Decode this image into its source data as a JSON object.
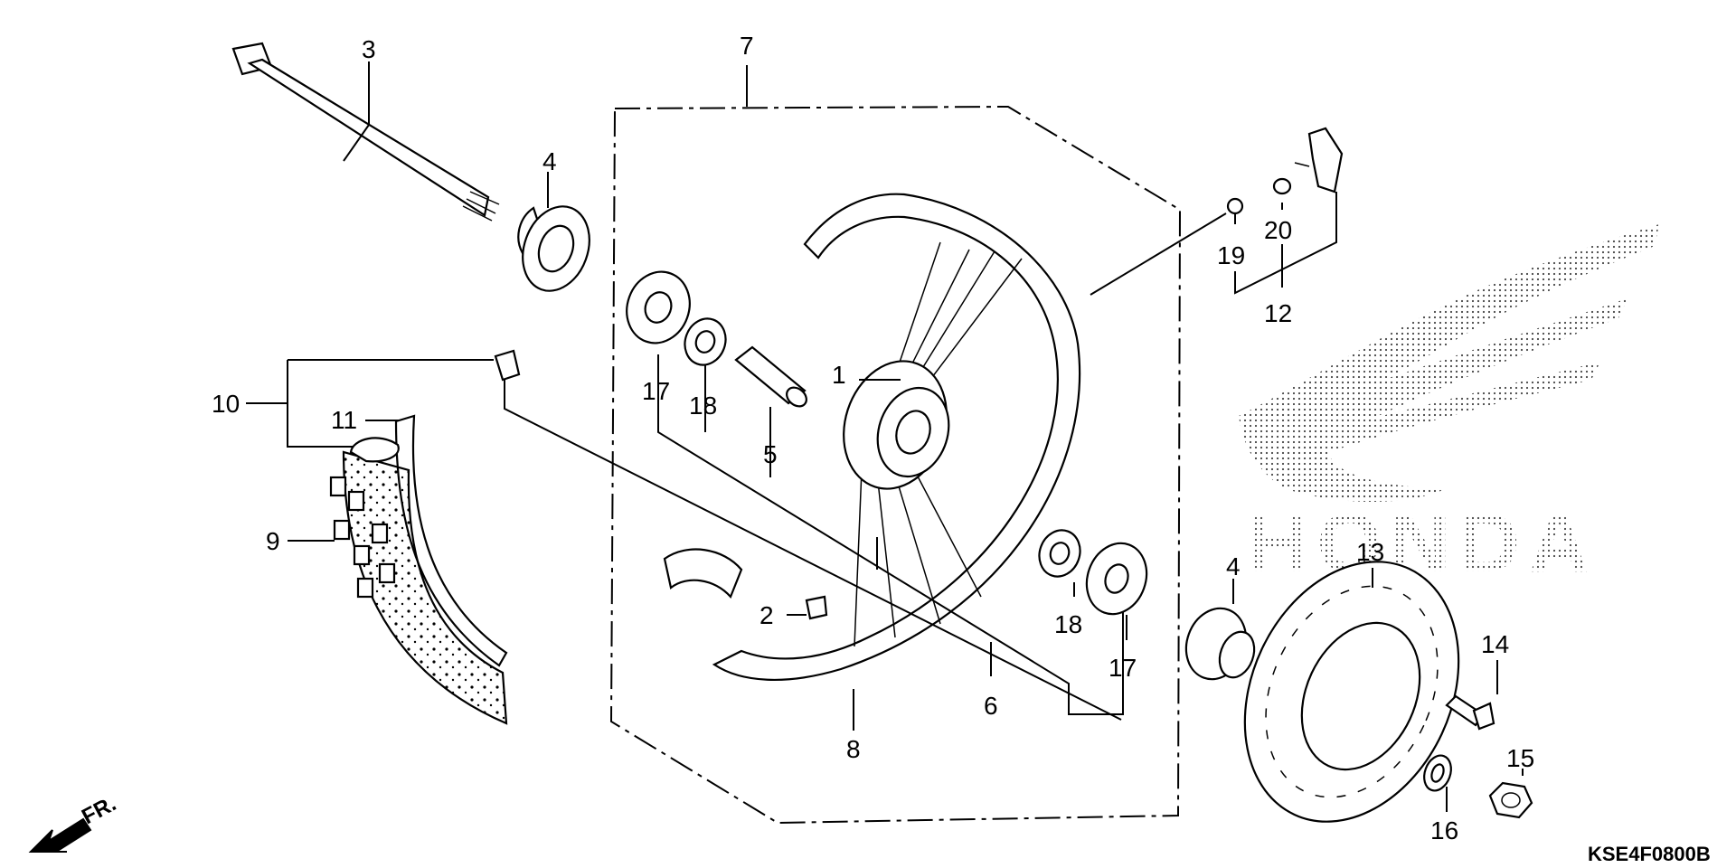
{
  "diagram": {
    "drawing_code": "KSE4F0800B",
    "logo_text": "HONDA",
    "direction_label": "FR.",
    "callouts": [
      "1",
      "2",
      "3",
      "4",
      "4",
      "5",
      "6",
      "7",
      "8",
      "9",
      "10",
      "11",
      "12",
      "13",
      "14",
      "15",
      "16",
      "17",
      "17",
      "18",
      "18",
      "19",
      "20"
    ]
  },
  "colors": {
    "ink": "#000000",
    "paper": "#ffffff",
    "logo_dots": "#444444"
  }
}
